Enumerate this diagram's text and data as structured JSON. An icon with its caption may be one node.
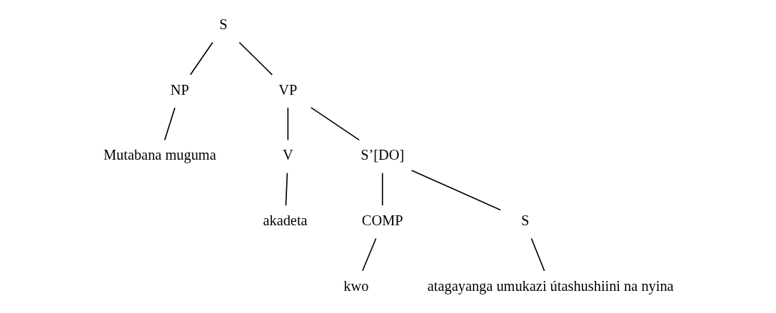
{
  "diagram": {
    "nodes": [
      {
        "text": [
          "S"
        ]
      },
      {
        "text": [
          "NP"
        ]
      },
      {
        "text": [
          "VP"
        ]
      },
      {
        "text": [
          "Mutabana muguma"
        ]
      },
      {
        "text": [
          "V"
        ]
      },
      {
        "text": [
          "S’[DO]"
        ]
      },
      {
        "text": [
          "akadeta"
        ]
      },
      {
        "text": [
          "COMP"
        ]
      },
      {
        "text": [
          "S"
        ]
      },
      {
        "text": [
          "kwo"
        ]
      },
      {
        "text": [
          "atagayanga umukazi útashushiini na nyina"
        ]
      }
    ],
    "edges": [
      {
        "from": 0,
        "to": 1,
        "arrow": "none"
      },
      {
        "from": 0,
        "to": 2,
        "arrow": "none"
      },
      {
        "from": 1,
        "to": 3,
        "arrow": "none"
      },
      {
        "from": 2,
        "to": 4,
        "arrow": "none"
      },
      {
        "from": 2,
        "to": 5,
        "arrow": "none"
      },
      {
        "from": 4,
        "to": 6,
        "arrow": "none"
      },
      {
        "from": 5,
        "to": 7,
        "arrow": "none"
      },
      {
        "from": 5,
        "to": 8,
        "arrow": "none"
      },
      {
        "from": 7,
        "to": 9,
        "arrow": "none"
      },
      {
        "from": 8,
        "to": 10,
        "arrow": "none"
      }
    ]
  }
}
